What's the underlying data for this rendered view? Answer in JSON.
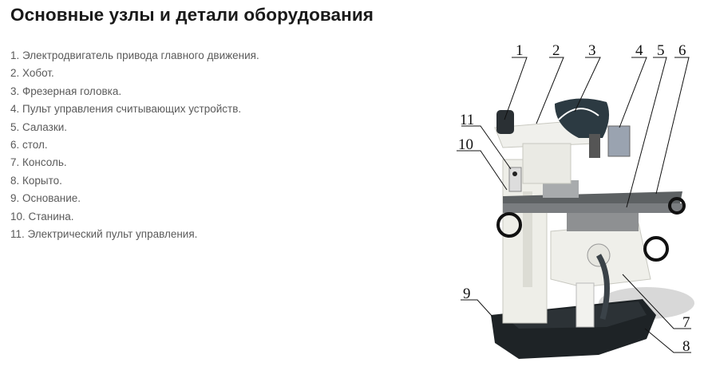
{
  "title": "Основные узлы и детали оборудования",
  "items": [
    "1. Электродвигатель привода главного движения.",
    "2. Хобот.",
    "3. Фрезерная головка.",
    "4. Пульт управления считывающих устройств.",
    "5. Салазки.",
    "6. стол.",
    "7. Консоль.",
    "8. Корыто.",
    "9. Основание.",
    "10. Станина.",
    "11. Электрический пульт управления."
  ],
  "figure": {
    "callouts": [
      "1",
      "2",
      "3",
      "4",
      "5",
      "6",
      "7",
      "8",
      "9",
      "10",
      "11"
    ]
  }
}
